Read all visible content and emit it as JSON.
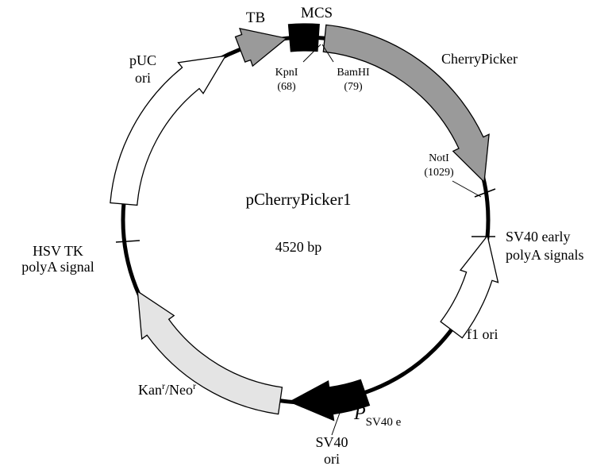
{
  "plasmid": {
    "name": "pCherryPicker1",
    "size": "4520 bp"
  },
  "features": {
    "tb": "TB",
    "mcs": "MCS",
    "cherry": "CherryPicker",
    "puc1": "pUC",
    "puc2": "ori",
    "sv40early1": "SV40 early",
    "sv40early2": "polyA signals",
    "hsv1": "HSV TK",
    "hsv2": "polyA signal",
    "f1": "f1 ori",
    "kan": "Kan",
    "kansup1": "r",
    "neo": "/Neo",
    "kansup2": "r",
    "psv40": "P",
    "psv40sub": "SV40 e",
    "sv40ori1": "SV40",
    "sv40ori2": "ori"
  },
  "sites": {
    "kpni": "KpnI",
    "kpni_pos": "(68)",
    "bamhi": "BamHI",
    "bamhi_pos": "(79)",
    "noti": "NotI",
    "noti_pos": "(1029)"
  },
  "colors": {
    "cherry_fill": "#9a9a9a",
    "tb_fill": "#9a9a9a",
    "kan_fill": "#e4e4e4",
    "white_fill": "#ffffff",
    "black_fill": "#000000"
  }
}
